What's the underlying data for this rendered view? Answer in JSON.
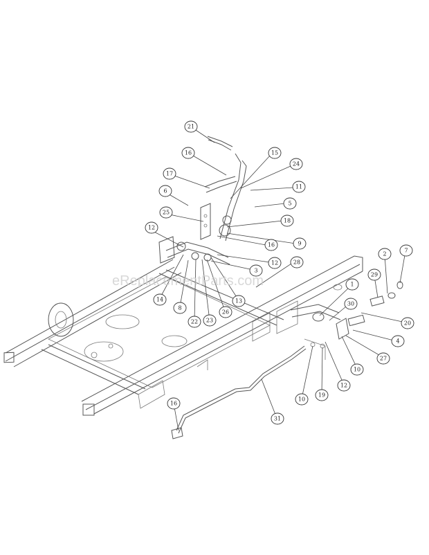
{
  "watermark": "eReplacementParts.com",
  "callouts": [
    "21",
    "16",
    "15",
    "24",
    "17",
    "11",
    "6",
    "5",
    "25",
    "18",
    "9",
    "12",
    "16",
    "12",
    "3",
    "28",
    "2",
    "7",
    "29",
    "1",
    "14",
    "8",
    "22",
    "23",
    "26",
    "13",
    "30",
    "20",
    "4",
    "27",
    "10",
    "10",
    "19",
    "12",
    "31",
    "16"
  ]
}
